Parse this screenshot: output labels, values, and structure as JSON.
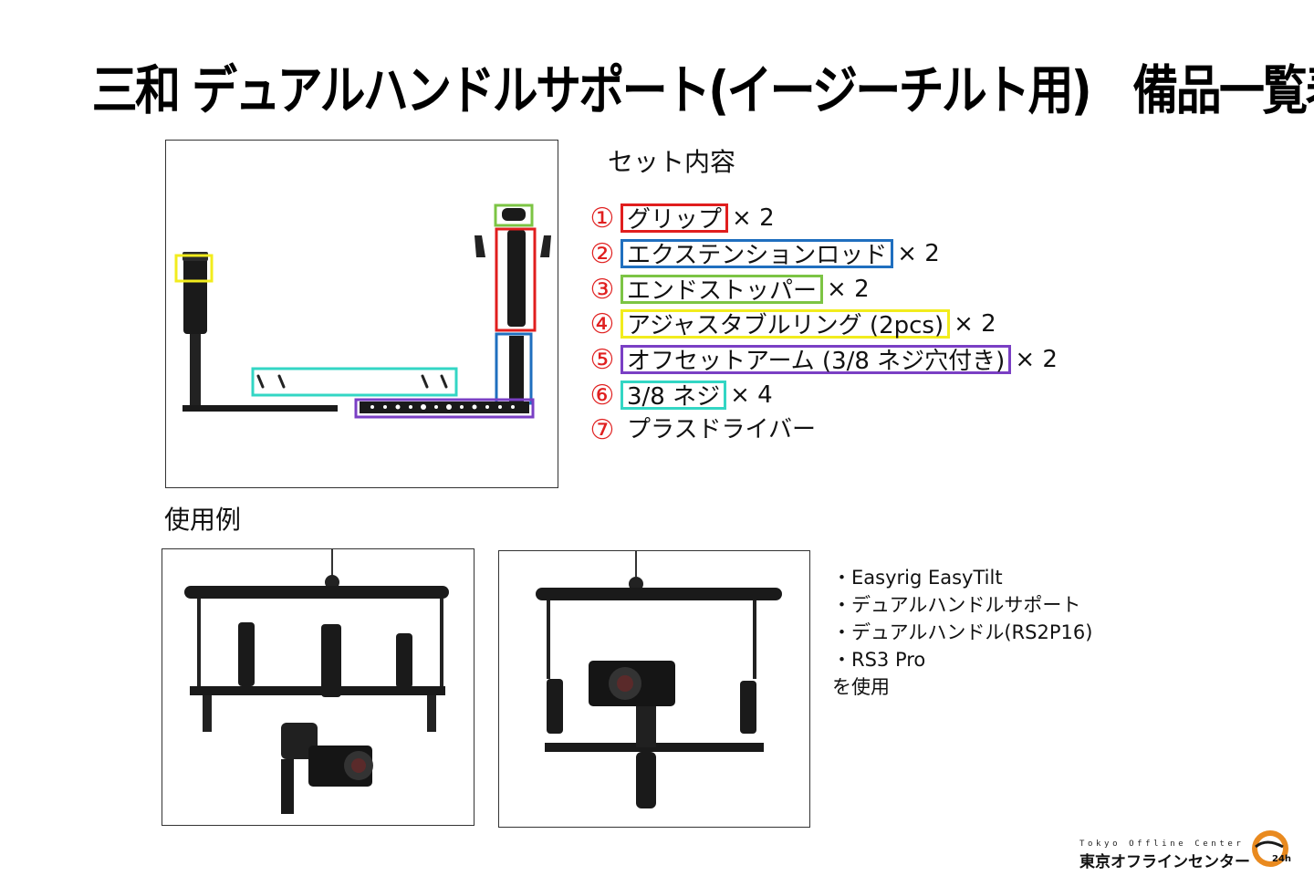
{
  "title": "三和 デュアルハンドルサポート(イージーチルト用)　備品一覧表",
  "set_heading": "セット内容",
  "usage_heading": "使用例",
  "items": [
    {
      "num": "①",
      "label": "グリップ",
      "qty": "× 2",
      "color": "#e01e1e"
    },
    {
      "num": "②",
      "label": "エクステンションロッド",
      "qty": "× 2",
      "color": "#1f6fbf"
    },
    {
      "num": "③",
      "label": "エンドストッパー",
      "qty": "× 2",
      "color": "#7cc444"
    },
    {
      "num": "④",
      "label": "アジャスタブルリング (2pcs)",
      "qty": "× 2",
      "color": "#f2ec1d"
    },
    {
      "num": "⑤",
      "label": "オフセットアーム (3/8 ネジ穴付き)",
      "qty": "× 2",
      "color": "#7a3fc4"
    },
    {
      "num": "⑥",
      "label": "3/8 ネジ",
      "qty": "× 4",
      "color": "#33d6c4"
    },
    {
      "num": "⑦",
      "label": "プラスドライバー",
      "qty": "",
      "color": ""
    }
  ],
  "usage_notes": [
    "・Easyrig EasyTilt",
    "・デュアルハンドルサポート",
    "・デュアルハンドル(RS2P16)",
    "・RS3 Pro",
    "を使用"
  ],
  "brand": {
    "latin": "Tokyo Offline Center",
    "japanese": "東京オフラインセンター",
    "badge": "24h open"
  }
}
